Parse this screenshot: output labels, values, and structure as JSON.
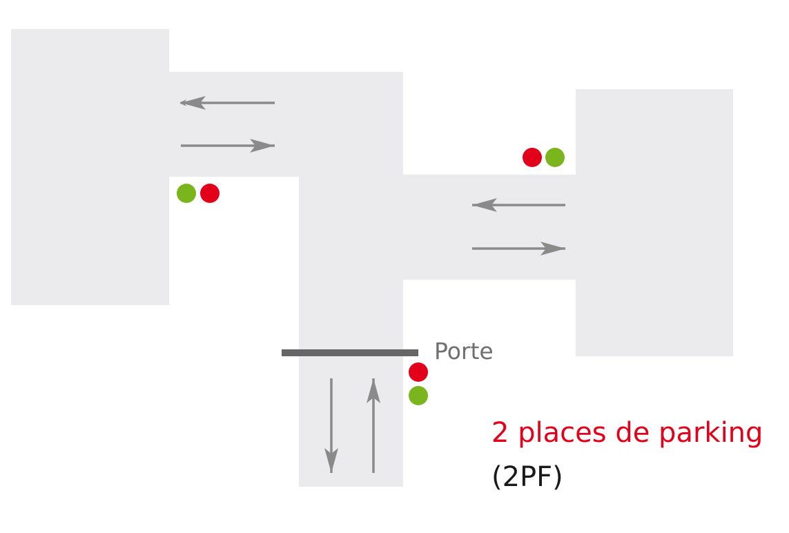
{
  "door_label": "Porte",
  "title": "2 places de parking",
  "code": "(2PF)",
  "colors": {
    "area": "#ebebed",
    "arrow": "#8a8a8a",
    "door": "#666666",
    "red": "#e2001a",
    "green": "#7ab51d"
  },
  "icons": [
    "traffic-light-icon",
    "arrow-icon"
  ]
}
